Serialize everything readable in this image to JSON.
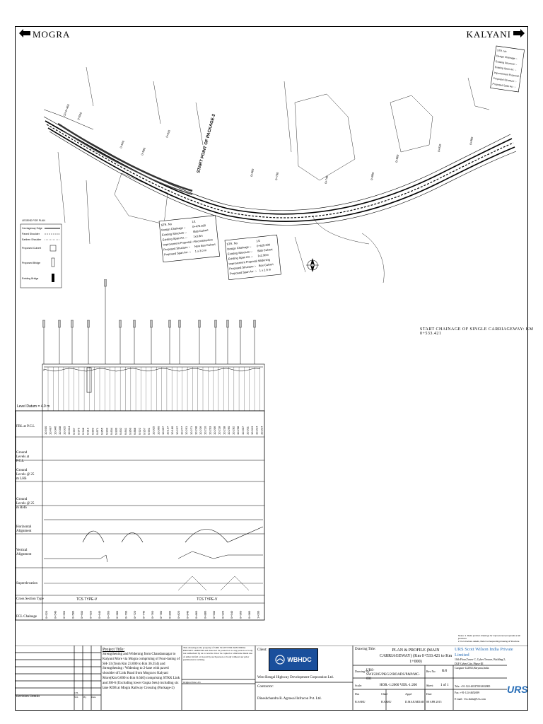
{
  "header": {
    "left_direction": "MOGRA",
    "right_direction": "KALYANI"
  },
  "legend": {
    "title": "LEGEND FOR PLAN",
    "items": [
      "Carriageway Edge",
      "Paved Shoulder",
      "Earthen Shoulder",
      "Proposed Culvert",
      "Proposed Bridge",
      "Existing Bridge"
    ]
  },
  "plan": {
    "start_chainage_note": "START CHAINAGE OF SINGLE CARRIAGEWAY: KM 0+533.421",
    "start_point_label": "START POINT OF PACKAGE-2",
    "structure_box_1": {
      "rows": [
        "STR. No",
        "Design Chainage :-",
        "Existing Structure :-",
        "Existing Span Arr. :-",
        "Improvement Proposal :-",
        "Proposed Structure :-",
        "Proposed Span Arr. :-"
      ],
      "values": [
        "1/1",
        "0+476.500",
        "Slab Culvert",
        "1x3.8m",
        "Reconstruction",
        "New Box Culvert",
        "1 x 3.0 m"
      ]
    },
    "structure_box_2": {
      "rows": [
        "STR. No",
        "Design Chainage :-",
        "Existing Structure :-",
        "Existing Span Arr. :-",
        "Improvement Proposal :-",
        "Proposed Structure :-",
        "Proposed Span Arr. :-"
      ],
      "values": [
        "1/2",
        "0+629.200",
        "Slab Culvert",
        "1x2.90m",
        "Widening",
        "Box Culvert",
        "1 x 2.9 m"
      ]
    },
    "structure_box_3": {
      "rows": [
        "STR. No",
        "Design Chainage :-",
        "Existing Structure :-",
        "Existing Span Arr. :-",
        "Improvement Proposal :-",
        "Proposed Structure :-",
        "Proposed Span Arr. :-"
      ]
    }
  },
  "profile": {
    "datum": "Level Datum = 4.0 m",
    "row_labels": [
      "FRL at P.C.L",
      "Ground Levels at P.C.L",
      "Ground Levels @ 25 m LHS",
      "Ground Levels @ 25 m RHS",
      "Horizontal Alignment",
      "Vertical Alignment",
      "Superelevation",
      "Cross Section Type",
      "FCL Chainage"
    ],
    "frl_values": [
      "10.500",
      "10.497",
      "10.046",
      "10.038",
      "10.025",
      "10.014",
      "9.997",
      "9.975",
      "9.948",
      "9.919",
      "9.892",
      "9.871",
      "9.855",
      "9.843",
      "9.834",
      "9.830",
      "9.832",
      "9.841",
      "9.860",
      "9.888",
      "9.922",
      "9.957",
      "9.991",
      "10.025",
      "10.060",
      "10.097",
      "10.137",
      "10.180",
      "10.227",
      "10.277",
      "10.291",
      "10.271",
      "10.248",
      "10.226",
      "10.210",
      "10.203",
      "10.206",
      "10.218",
      "10.238",
      "10.260",
      "10.282",
      "10.298",
      "10.307",
      "10.311",
      "10.313",
      "10.314",
      "10.314"
    ],
    "chainage_values": [
      "0+520",
      "0+540",
      "0+560",
      "0+580",
      "0+600",
      "0+620",
      "0+640",
      "0+660",
      "0+680",
      "0+700",
      "0+720",
      "0+740",
      "0+760",
      "0+780",
      "0+800",
      "0+820",
      "0+840",
      "0+860",
      "0+880",
      "0+900",
      "0+920",
      "0+940",
      "0+960",
      "0+980",
      "1+000"
    ],
    "cross_section_types": [
      "TCS TYPE-V",
      "TCS TYPE-V"
    ],
    "notes": [
      "Notes: 1. Refer junction drawings for improvement proposals at all junctions",
      "2. For structure details, Refer corresponding drawing of Structure"
    ]
  },
  "title_block": {
    "revision_label": "Revision Details",
    "rev_col_headers": [
      "CH. NO.",
      "By",
      "Date",
      "Date"
    ],
    "project_title_label": "Project Title:",
    "project_title": "Strengthening and Widening from Chandannagar to Kalyani More via Mogra comprising of Four-laning of SH-13 (from Km 23.000 to Km 36.354) and Strengthening / Widening to 2-lane with paved shoulder of Link Road from Mogra to Kalyani More(Km 0.000 to Km 6.640) comprising STKK Link and SH-6 (Excluding lower Gupta Setu) including six lane ROB at Mogra Railway Crossing (Package-2)",
    "copyright_note": "This drawing is the property of URS SCOTT WILSON INDIA PRIVATE LIMITED and must not be passed on to any person or body not authorised by us to receive it nor be copied or otherwise made use of either in full or in part by such person or body without our prior permission in writing.",
    "original_size": "Original Size: A3",
    "client_label": "Client:",
    "client_logo": "WBHDC",
    "client_name": "West Bengal Highway Development Corporation Ltd.",
    "contractor_label": "Contractor:",
    "contractor_name": "Dineshchandra R. Agrawal Infracon Pvt. Ltd.",
    "drawing_title_label": "Drawing Title:",
    "drawing_title": "PLAN & PROFILE (MAIN CARRIAGEWAY) (Km 0+533.421 to Km 1+000)",
    "drawing_no_label": "Drawing No:",
    "drawing_no": "URS-SWI/2205/PKG/2/ROADS/P&P/MC-001",
    "rev_label": "Rev No:",
    "rev_value": "R/0",
    "scale_label": "Scale:",
    "scale_value": "HOR.-1:2000  VER.-1:200",
    "sheet_label": "Sheet:",
    "sheet_value": "1 of 1",
    "drn_label": "Drn",
    "drn_value": "B.SAHU",
    "chkd_label": "Chkd",
    "chkd_value": "B.SAHU",
    "appd_label": "Appd",
    "appd_value": "D.MAJUMDAR",
    "date_label": "Date",
    "date_value": "08 APR 2015",
    "company_name": "URS Scott Wilson India Private Limited",
    "company_address": [
      "10th Floor,Tower C, Cyber Terrace, Building 5,",
      "DLF Cyber City, Phase-III",
      "Gurgaon-122002,Haryana,India"
    ],
    "company_contact": [
      "Tele: +91-124-4652700/4652800",
      "Fax: +91-124-4652699",
      "E-mail : Urs.India@Urs.com"
    ],
    "company_logo": "URS"
  },
  "colors": {
    "line": "#000000",
    "logo_blue": "#1a4f9c",
    "urs_blue": "#2a6fb8"
  }
}
